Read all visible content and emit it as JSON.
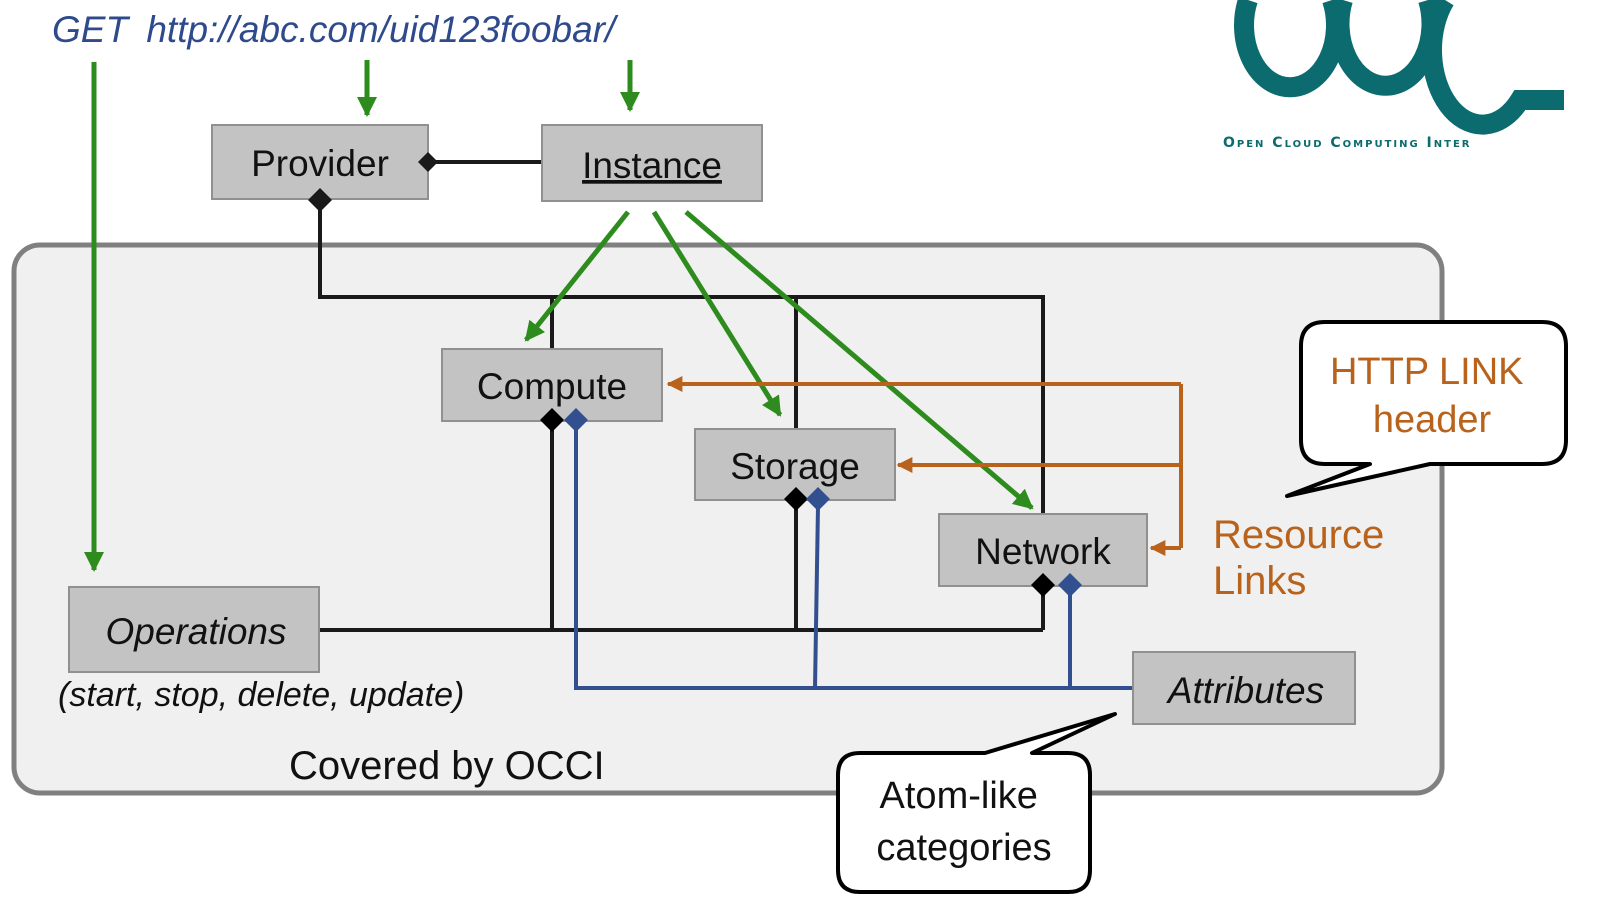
{
  "request_line": {
    "method": "GET",
    "url": "http://abc.com/uid123foobar/"
  },
  "logo": {
    "tagline": "Open Cloud Computing Inter"
  },
  "boxes": {
    "provider": "Provider",
    "instance": "Instance",
    "compute": "Compute",
    "storage": "Storage",
    "network": "Network",
    "operations": "Operations",
    "attributes": "Attributes"
  },
  "operations_list": "(start, stop, delete, update)",
  "region_label": "Covered by OCCI",
  "resource_links": [
    "Resource",
    "Links"
  ],
  "callouts": {
    "http_link": [
      "HTTP LINK",
      "header"
    ],
    "atom": [
      "Atom-like",
      "categories"
    ]
  },
  "colors": {
    "green": "#2e8b1e",
    "orange": "#b8621c",
    "blue": "#32508f",
    "dark": "#1a1a1a",
    "box_fill": "#c3c3c3",
    "region_fill": "#f0f0f0",
    "logo_teal": "#0b6b6e",
    "blue_text": "#2e4a8c"
  }
}
